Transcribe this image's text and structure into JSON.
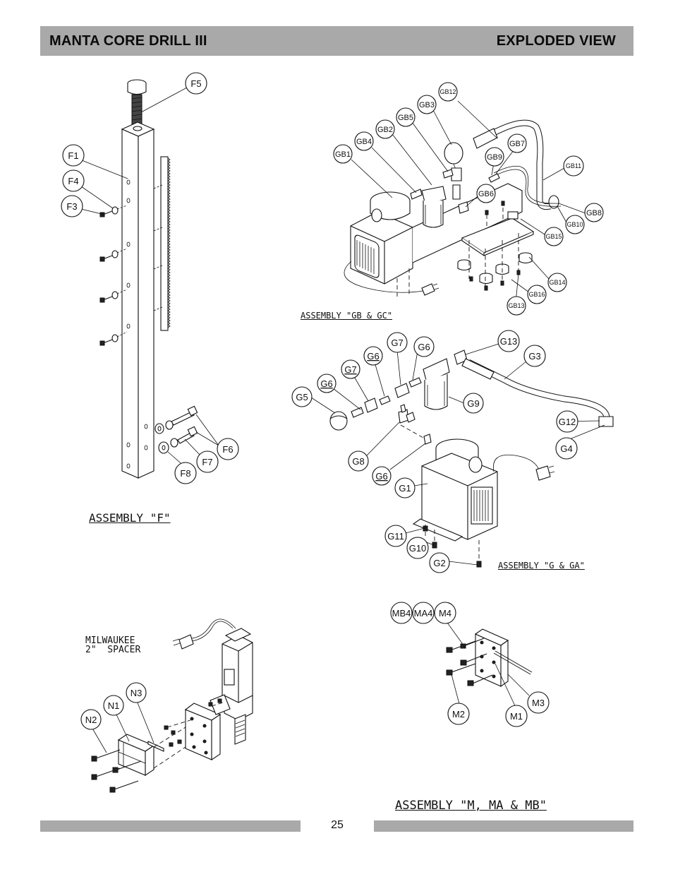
{
  "header": {
    "title": "MANTA CORE DRILL III",
    "section": "EXPLODED VIEW"
  },
  "footer": {
    "page_number": "25"
  },
  "assemblies": {
    "f": {
      "caption": "ASSEMBLY  \"F\"",
      "labels": [
        "F5",
        "F1",
        "F4",
        "F3",
        "F6",
        "F7",
        "F8"
      ]
    },
    "gb": {
      "caption": "ASSEMBLY  \"GB  &  GC\"",
      "labels": [
        "GB12",
        "GB3",
        "GB5",
        "GB2",
        "GB4",
        "GB1",
        "GB7",
        "GB9",
        "GB11",
        "GB6",
        "GB8",
        "GB10",
        "GB15",
        "GB14",
        "GB16",
        "GB13"
      ]
    },
    "g": {
      "caption": "ASSEMBLY  \"G  &  GA\"",
      "labels": [
        "G7",
        "G6",
        "G6",
        "G7",
        "G6",
        "G5",
        "G13",
        "G3",
        "G9",
        "G12",
        "G4",
        "G8",
        "G6",
        "G1",
        "G11",
        "G10",
        "G2"
      ]
    },
    "n": {
      "note_line1": "MILWAUKEE",
      "note_line2": "2\"  SPACER",
      "labels": [
        "N3",
        "N1",
        "N2"
      ]
    },
    "m": {
      "caption": "ASSEMBLY  \"M,  MA  &  MB\"",
      "labels": [
        "MB4",
        "MA4",
        "M4",
        "M3",
        "M2",
        "M1"
      ]
    }
  }
}
